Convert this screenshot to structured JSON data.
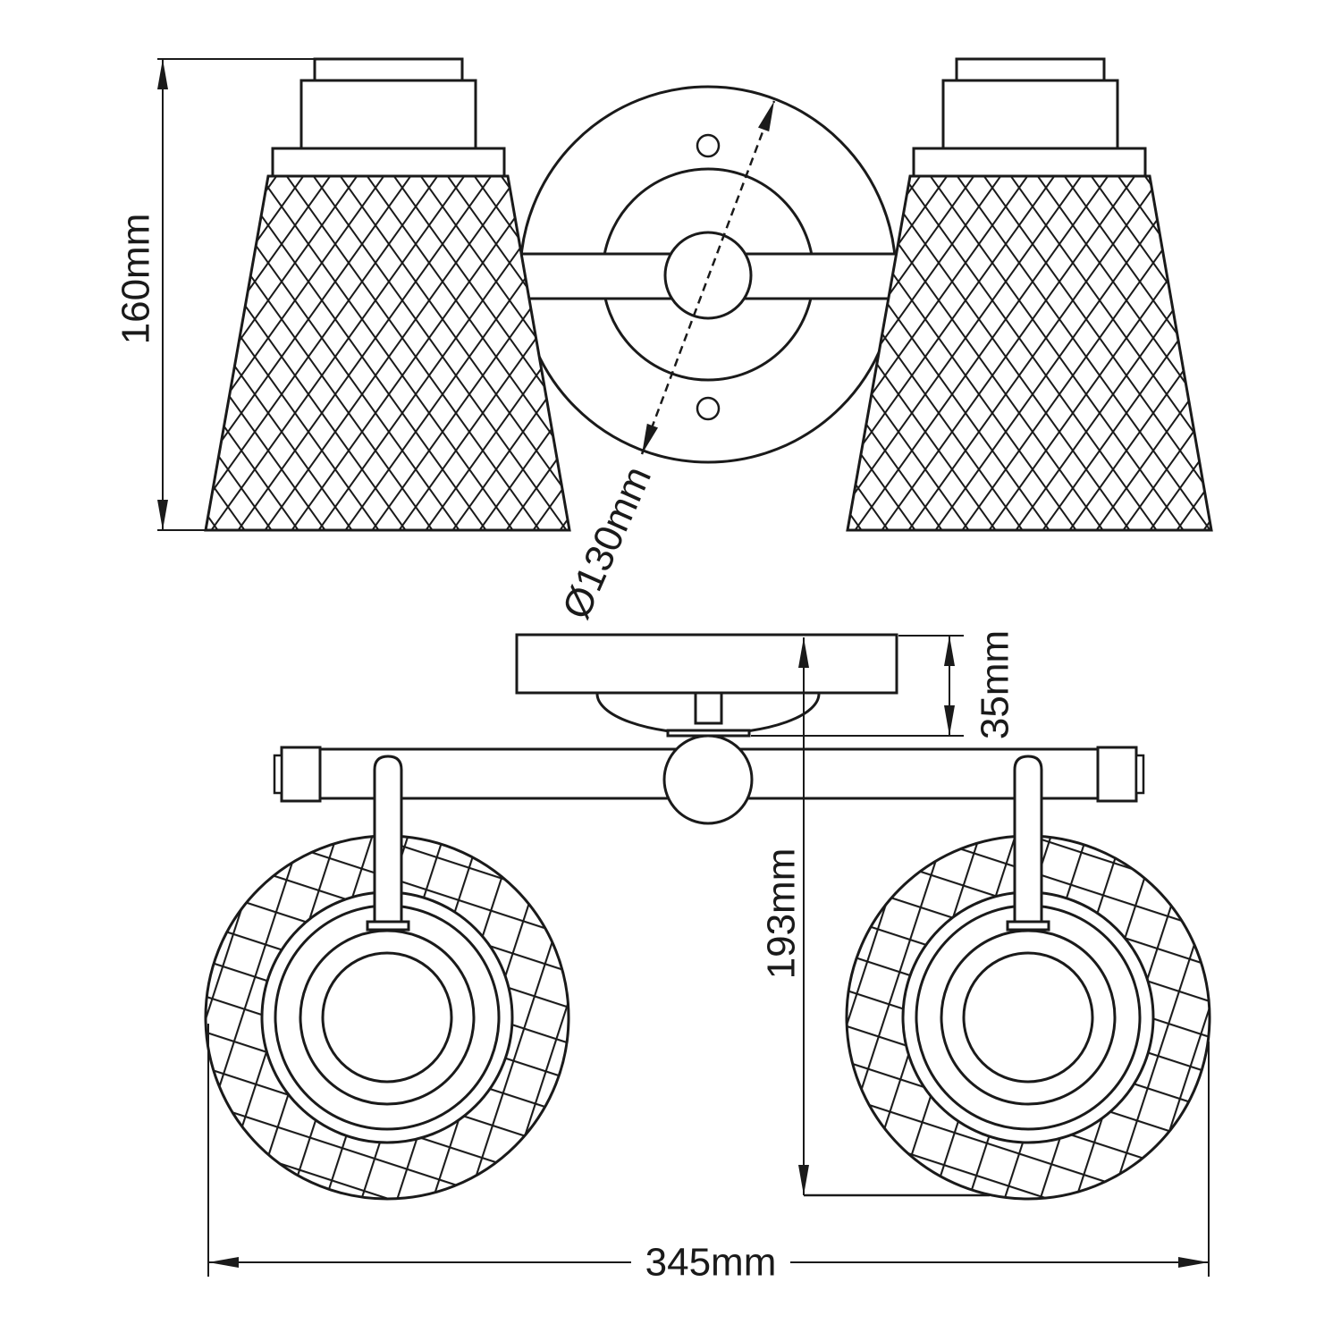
{
  "drawing": {
    "type": "technical-dimension-drawing",
    "subject": "two-lamp mesh-shade wall light fixture, front elevation and plan view",
    "colors": {
      "line": "#1a1a1a",
      "background": "#ffffff"
    },
    "labels": {
      "shade_height": "160mm",
      "backplate_diameter": "Ø130mm",
      "backplate_depth": "35mm",
      "projection_depth": "193mm",
      "overall_width": "345mm"
    }
  }
}
